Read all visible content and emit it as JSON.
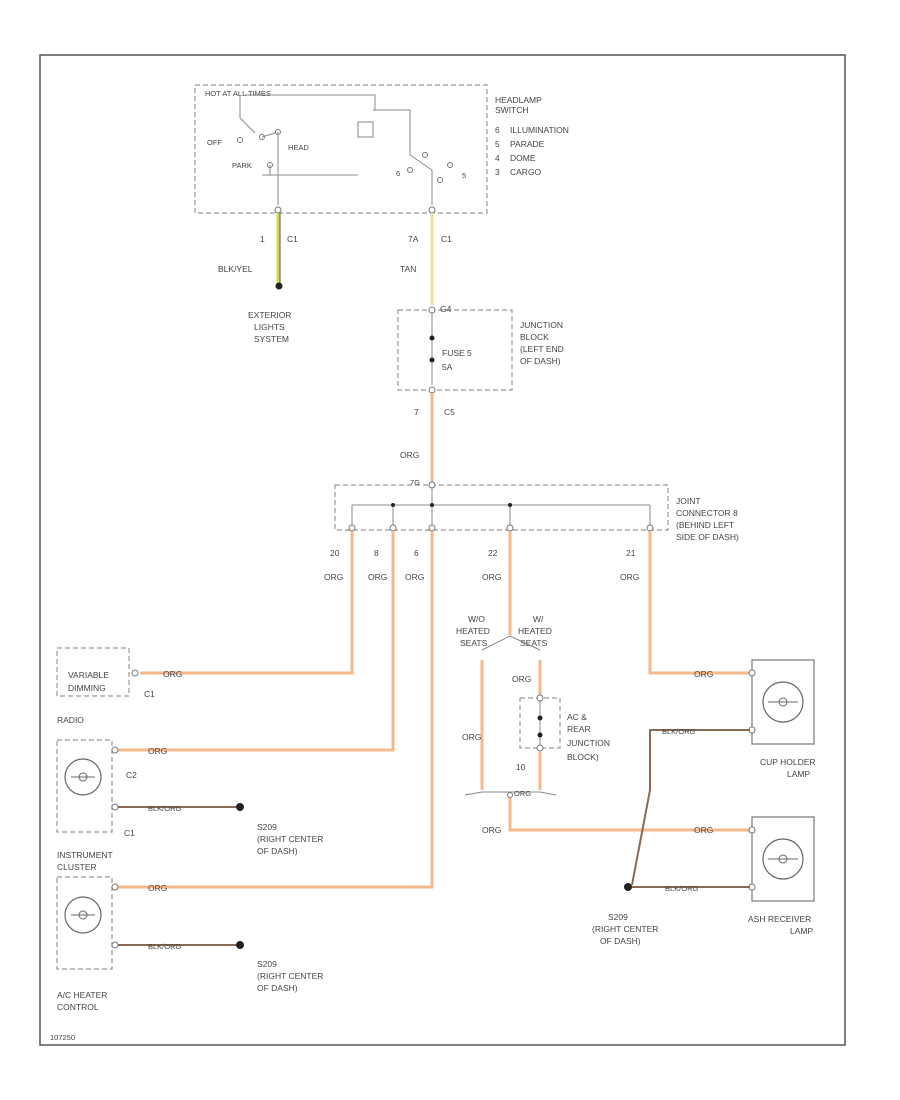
{
  "headlamp_switch": {
    "hot_label": "HOT AT ALL TIMES",
    "name": [
      "HEADLAMP",
      "SWITCH"
    ],
    "positions": [
      "ILLUMINATION",
      "PARADE",
      "DOME",
      "CARGO"
    ],
    "position_nums": [
      "6",
      "5",
      "4",
      "3"
    ],
    "off": "OFF",
    "park": "PARK",
    "head": "HEAD",
    "pin_left": "1",
    "conn_left": "C1",
    "pin_right": "7A",
    "conn_right": "C1"
  },
  "exterior": {
    "wire": "BLK/YEL",
    "label": [
      "EXTERIOR",
      "LIGHTS",
      "SYSTEM"
    ]
  },
  "tan_wire": "TAN",
  "junction_block": {
    "pin_top": "G4",
    "fuse": "FUSE 5",
    "amps": "5A",
    "label": [
      "JUNCTION",
      "BLOCK",
      "(LEFT END",
      "OF DASH)"
    ],
    "pin_bottom": "7",
    "conn_bottom": "C5"
  },
  "org_wire": "ORG",
  "joint_connector": {
    "top_pin": "7G",
    "label": [
      "JOINT",
      "CONNECTOR 8",
      "(BEHIND LEFT",
      "SIDE OF DASH)"
    ],
    "pins": [
      "20",
      "8",
      "6",
      "22",
      "21"
    ]
  },
  "variable_dimming": {
    "label": [
      "VARIABLE",
      "DIMMING"
    ],
    "conn": "C1"
  },
  "radio": {
    "label": "RADIO",
    "conn_a": "C2",
    "conn_b": "C1",
    "blk_wire": "BLK/ORG"
  },
  "ground_s209": [
    "S209",
    "(RIGHT CENTER",
    "OF DASH)"
  ],
  "instrument_cluster": [
    "INSTRUMENT",
    "CLUSTER"
  ],
  "ac_heater": [
    "A/C HEATER",
    "CONTROL"
  ],
  "heated_seats_wo": [
    "W/O",
    "HEATED",
    "SEATS"
  ],
  "heated_seats_w": [
    "W/",
    "HEATED",
    "SEATS"
  ],
  "ac_rear_block": {
    "label": [
      "AC &",
      "REAR",
      "JUNCTION",
      "BLOCK)"
    ],
    "pin": "10"
  },
  "cup_holder": [
    "CUP HOLDER",
    "LAMP"
  ],
  "ash_receiver": [
    "ASH RECEIVER",
    "LAMP"
  ],
  "footer": "107250"
}
